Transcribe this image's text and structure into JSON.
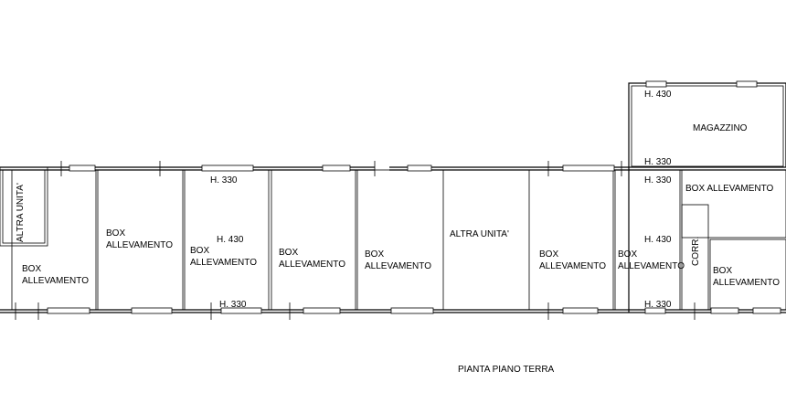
{
  "title": "PIANTA PIANO TERRA",
  "rooms": [
    {
      "id": "altra-unita-left",
      "label": "ALTRA UNITA'"
    },
    {
      "id": "box-1",
      "lines": [
        "BOX",
        "ALLEVAMENTO"
      ]
    },
    {
      "id": "box-2",
      "lines": [
        "BOX",
        "ALLEVAMENTO"
      ]
    },
    {
      "id": "box-3",
      "lines": [
        "BOX",
        "ALLEVAMENTO"
      ]
    },
    {
      "id": "box-4",
      "lines": [
        "BOX",
        "ALLEVAMENTO"
      ]
    },
    {
      "id": "box-5",
      "lines": [
        "BOX",
        "ALLEVAMENTO"
      ]
    },
    {
      "id": "altra-unita-center",
      "label": "ALTRA UNITA'"
    },
    {
      "id": "box-6",
      "lines": [
        "BOX",
        "ALLEVAMENTO"
      ]
    },
    {
      "id": "box-7",
      "lines": [
        "BOX",
        "ALLEVAMENTO"
      ]
    },
    {
      "id": "box-8",
      "label": "BOX ALLEVAMENTO"
    },
    {
      "id": "corr",
      "label": "CORR."
    },
    {
      "id": "box-9",
      "lines": [
        "BOX",
        "ALLEVAMENTO"
      ]
    },
    {
      "id": "magazzino",
      "label": "MAGAZZINO"
    }
  ],
  "heights": {
    "h330": "H. 330",
    "h430": "H. 430"
  }
}
